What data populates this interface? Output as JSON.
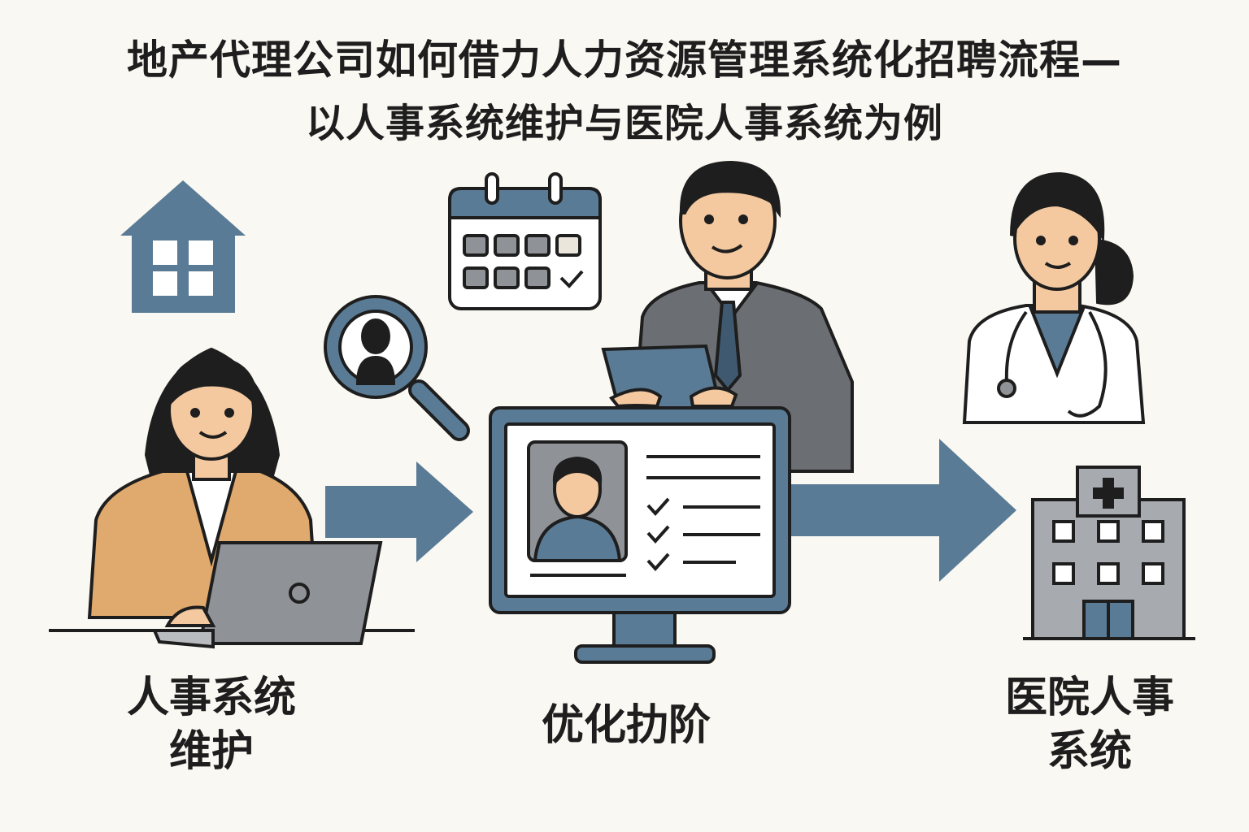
{
  "title": {
    "line1": "地产代理公司如何借力人力资源管理系统化招聘流程—",
    "line2": "以人事系统维护与医院人事系统为例"
  },
  "captions": {
    "left": [
      "人事系统",
      "维护"
    ],
    "middle": "优化扐阶",
    "right": [
      "医院人事",
      "系统"
    ]
  },
  "colors": {
    "accent_blue": "#5a7b95",
    "jacket": "#e0a96d",
    "gray": "#8f9296",
    "dark": "#1e1e1e",
    "background": "#faf8f2"
  },
  "icons": [
    "house-icon",
    "magnifier-person-icon",
    "calendar-icon",
    "monitor-profile-icon",
    "hospital-icon",
    "arrow-right-icon"
  ]
}
